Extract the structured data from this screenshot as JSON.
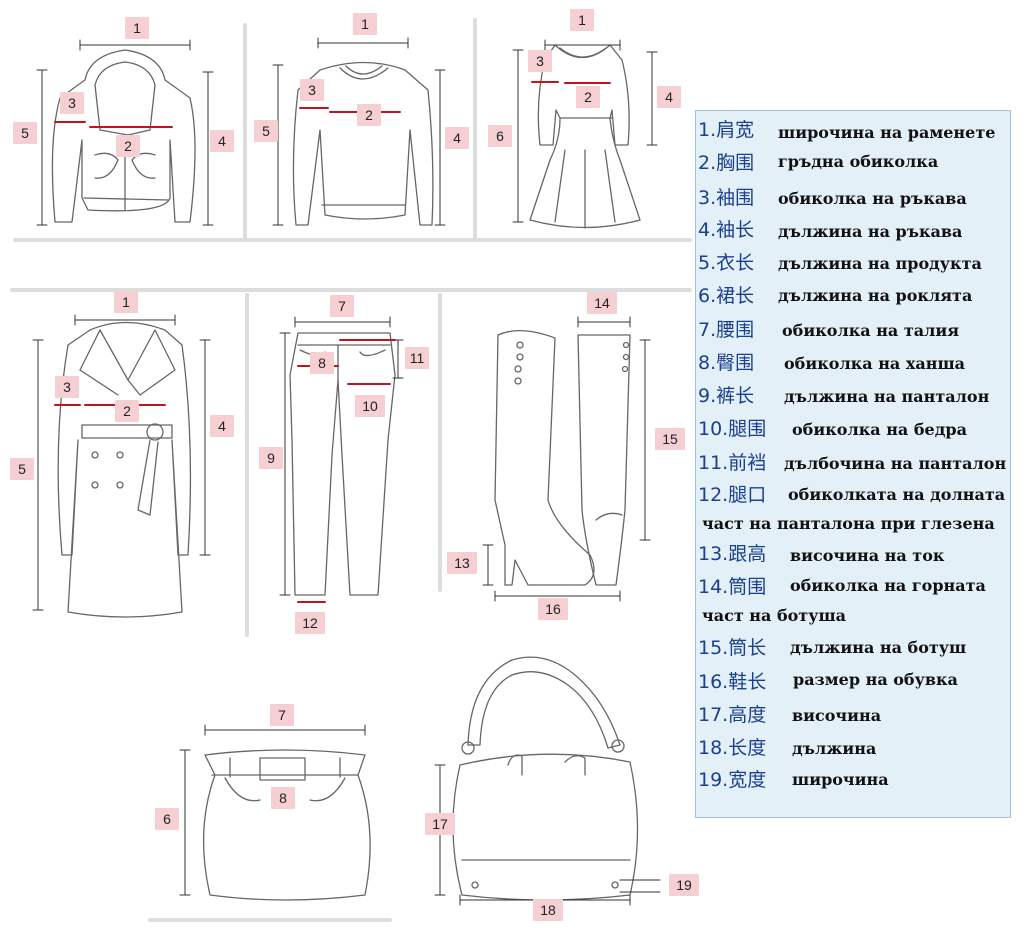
{
  "callouts": [
    "1",
    "2",
    "3",
    "4",
    "5",
    "6",
    "7",
    "8",
    "9",
    "10",
    "11",
    "12",
    "13",
    "14",
    "15",
    "16",
    "17",
    "18",
    "19"
  ],
  "legend": [
    {
      "num": "1.肩宽",
      "text": "широчина на раменете"
    },
    {
      "num": "2.胸围",
      "text": "гръдна обиколка"
    },
    {
      "num": "3.袖围",
      "text": "обиколка на ръкава"
    },
    {
      "num": "4.袖长",
      "text": "дължина на ръкава"
    },
    {
      "num": "5.衣长",
      "text": "дължина на продукта"
    },
    {
      "num": "6.裙长",
      "text": "дължина на роклята"
    },
    {
      "num": "7.腰围",
      "text": "обиколка на талия"
    },
    {
      "num": "8.臀围",
      "text": "обиколка на ханша"
    },
    {
      "num": "9.裤长",
      "text": "дължина на панталон"
    },
    {
      "num": "10.腿围",
      "text": "обиколка на бедра"
    },
    {
      "num": "11.前裆",
      "text": "дълбочина на панталон"
    },
    {
      "num": "12.腿口",
      "text": "обиколката на долната",
      "text2": "част на панталона при глезена"
    },
    {
      "num": "13.跟高",
      "text": "височина на ток"
    },
    {
      "num": "14.筒围",
      "text": "обиколка на горната",
      "text2": "част на ботуша"
    },
    {
      "num": "15.筒长",
      "text": "дължина на ботуш"
    },
    {
      "num": "16.鞋长",
      "text": "размер на обувка"
    },
    {
      "num": "17.高度",
      "text": "височина"
    },
    {
      "num": "18.长度",
      "text": "дължина"
    },
    {
      "num": "19.宽度",
      "text": "широчина"
    }
  ]
}
